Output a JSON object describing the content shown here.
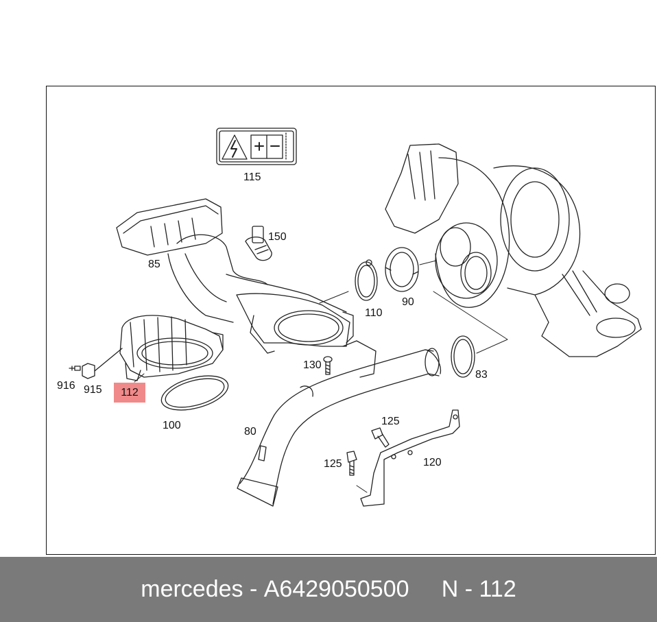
{
  "diagram": {
    "labels": {
      "p115": "115",
      "p150": "150",
      "p85": "85",
      "p110": "110",
      "p90": "90",
      "p130": "130",
      "p83": "83",
      "p916": "916",
      "p915": "915",
      "p112": "112",
      "p100": "100",
      "p80": "80",
      "p125a": "125",
      "p125b": "125",
      "p120": "120"
    },
    "highlight_color": "#f08a8a"
  },
  "footer": {
    "brand": "mercedes",
    "separator": " - ",
    "part_number": "A6429050500",
    "position": "N - 112"
  }
}
